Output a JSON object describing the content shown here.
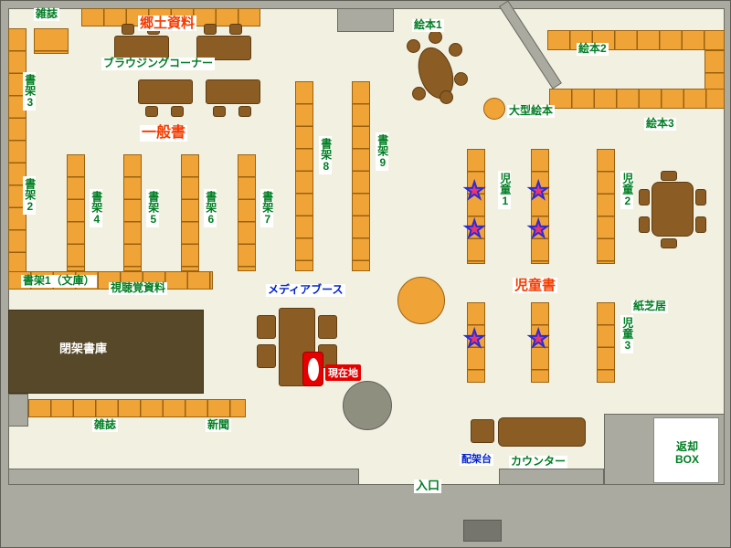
{
  "colors": {
    "floor": "#f2f1e1",
    "wall": "#aaaaa0",
    "wall_line": "#6b6b62",
    "shelf": "#f0a438",
    "shelf_line": "#9a610f",
    "furniture": "#8b5c24",
    "furniture_line": "#5e3c12",
    "stacks": "#574829",
    "green": "#007d22",
    "red": "#f43b00",
    "blue": "#0020cc",
    "marker": "#e60000",
    "star_fill": "#e8356e",
    "star_stroke": "#2b2bd8",
    "pillar": "#8f8f80"
  },
  "icons": {
    "star": "★"
  },
  "labels": {
    "magazines_top": "雑誌",
    "local_materials": "郷土資料",
    "browsing_corner": "ブラウジングコーナー",
    "shelf3": "書架3",
    "shelf2": "書架2",
    "general_books": "一般書",
    "shelf4": "書架4",
    "shelf5": "書架5",
    "shelf6": "書架6",
    "shelf7": "書架7",
    "shelf8": "書架8",
    "shelf9": "書架9",
    "picture_books1": "絵本1",
    "picture_books2": "絵本2",
    "large_picture_books": "大型絵本",
    "picture_books3": "絵本3",
    "children1": "児童1",
    "children2": "児童2",
    "children3": "児童3",
    "children_books": "児童書",
    "kamishibai": "紙芝居",
    "shelf1_bunko": "書架1（文庫）",
    "audiovisual": "視聴覚資料",
    "media_booth": "メディアブース",
    "closed_stacks": "閉架書庫",
    "you_are_here": "現在地",
    "magazines_bottom": "雑誌",
    "newspapers": "新聞",
    "sorting_table": "配架台",
    "counter": "カウンター",
    "return_box_l1": "返却",
    "return_box_l2": "BOX",
    "entrance": "入口"
  }
}
